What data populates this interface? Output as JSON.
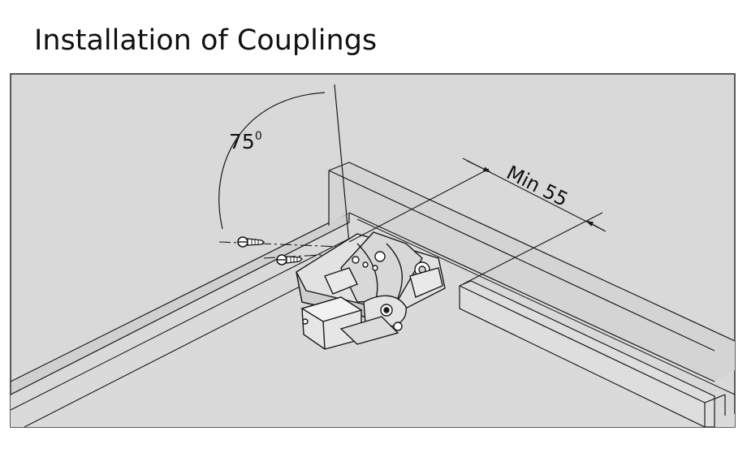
{
  "title": "Installation of Couplings",
  "annotations": {
    "angle": "75",
    "angle_superscript": "0",
    "distance": "Min 55"
  },
  "colors": {
    "background": "#ffffff",
    "cabinet_fill": "#dcdcdc",
    "panel_top": "#cfcfcf",
    "line": "#1a1a1a"
  }
}
